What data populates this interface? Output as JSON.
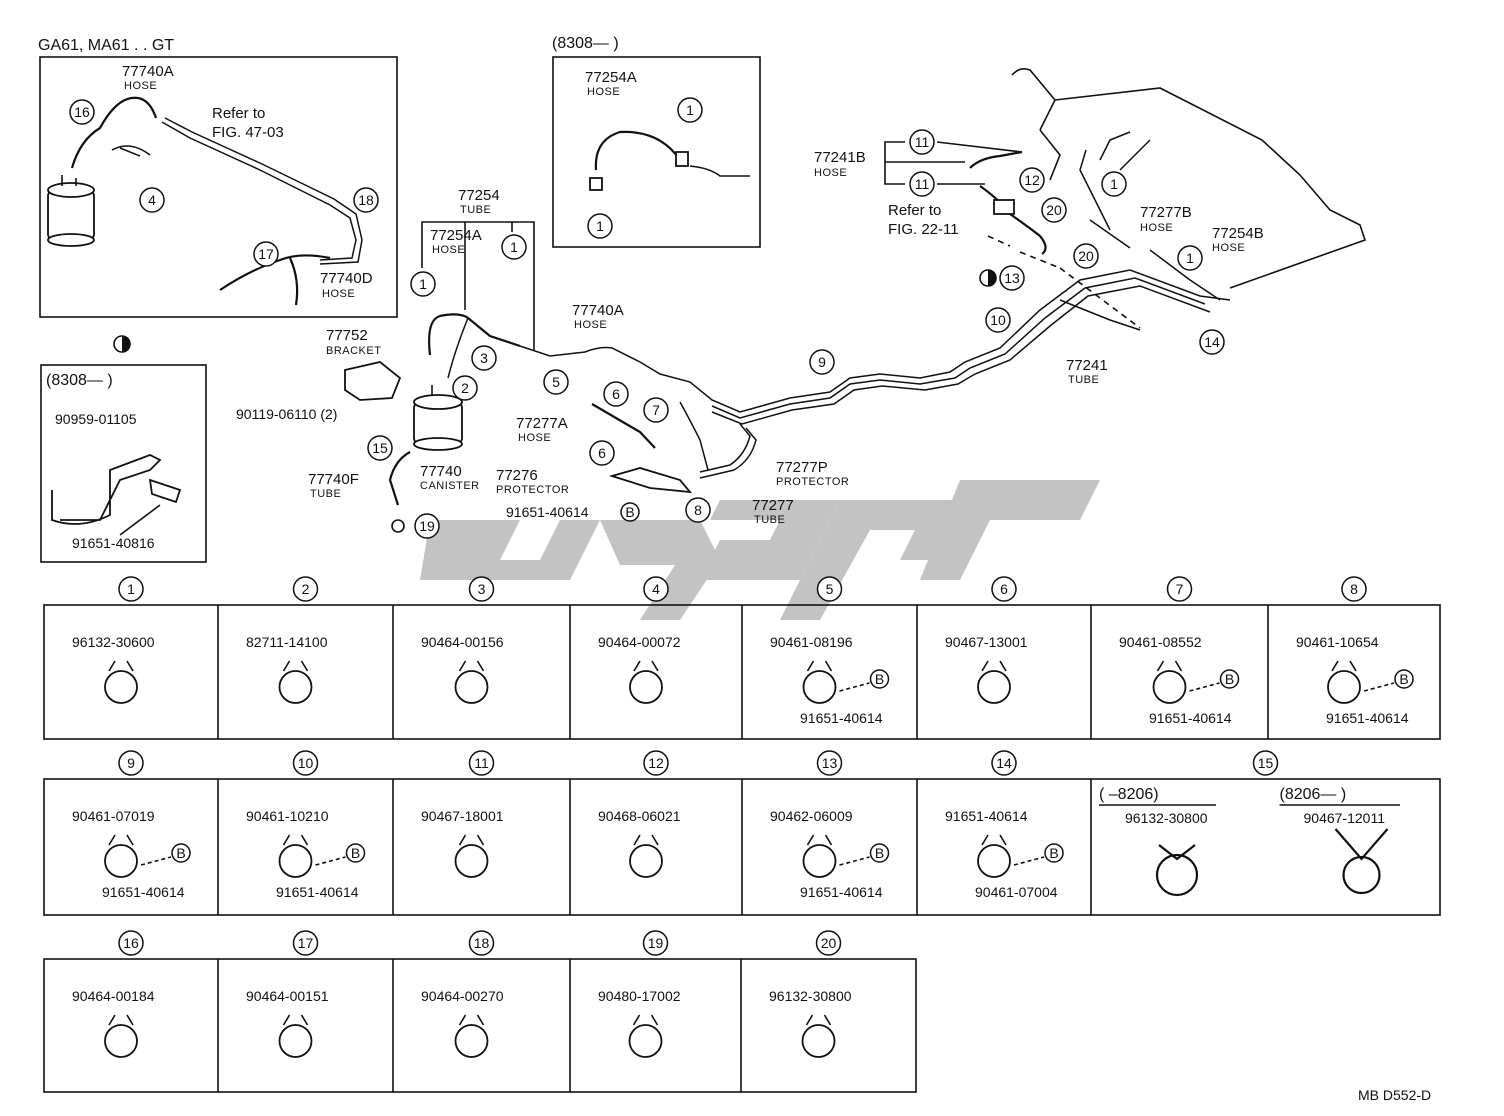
{
  "page_code": "MB  D552-D",
  "watermark_color": "#bdbdbd",
  "top_left_box": {
    "title": "GA61, MA61 . . GT",
    "hose_a_num": "77740A",
    "hose_a_name": "HOSE",
    "refer_1": "Refer to",
    "refer_2": "FIG. 47-03",
    "hose_d_num": "77740D",
    "hose_d_name": "HOSE",
    "callouts": [
      "16",
      "4",
      "18",
      "17"
    ]
  },
  "top_mid_box": {
    "title": "(8308—          )",
    "hose_num": "77254A",
    "hose_name": "HOSE",
    "callouts": [
      "1",
      "1"
    ]
  },
  "left_small_box": {
    "title": "(8308—          )",
    "part_a": "90959-01105",
    "part_b": "91651-40816"
  },
  "main": {
    "tube_77254": "77254",
    "tube_77254_name": "TUBE",
    "hose_77254a": "77254A",
    "hose_77254a_name": "HOSE",
    "hose_77740a": "77740A",
    "hose_77740a_name": "HOSE",
    "bracket_num": "77752",
    "bracket_name": "BRACKET",
    "bolt": "90119-06110 (2)",
    "tube_77740f": "77740F",
    "tube_77740f_name": "TUBE",
    "canister_num": "77740",
    "canister_name": "CANISTER",
    "hose_77277a": "77277A",
    "hose_77277a_name": "HOSE",
    "prot_77276": "77276",
    "prot_77276_name": "PROTECTOR",
    "clip_b": "91651-40614",
    "prot_77277p": "77277P",
    "prot_77277p_name": "PROTECTOR",
    "tube_77277": "77277",
    "tube_77277_name": "TUBE",
    "hose_77241b": "77241B",
    "hose_77241b_name": "HOSE",
    "refer_1": "Refer to",
    "refer_2": "FIG. 22-11",
    "hose_77277b": "77277B",
    "hose_77277b_name": "HOSE",
    "hose_77254b": "77254B",
    "hose_77254b_name": "HOSE",
    "tube_77241": "77241",
    "tube_77241_name": "TUBE",
    "callouts": [
      "1",
      "1",
      "2",
      "3",
      "5",
      "6",
      "6",
      "7",
      "8",
      "9",
      "10",
      "11",
      "11",
      "12",
      "13",
      "14",
      "15",
      "19",
      "20",
      "20",
      "1",
      "1"
    ]
  },
  "table": {
    "row1": [
      {
        "n": "1",
        "parts": [
          "96132-30600"
        ]
      },
      {
        "n": "2",
        "parts": [
          "82711-14100"
        ]
      },
      {
        "n": "3",
        "parts": [
          "90464-00156"
        ]
      },
      {
        "n": "4",
        "parts": [
          "90464-00072"
        ]
      },
      {
        "n": "5",
        "parts": [
          "90461-08196",
          "91651-40614"
        ]
      },
      {
        "n": "6",
        "parts": [
          "90467-13001"
        ]
      },
      {
        "n": "7",
        "parts": [
          "90461-08552",
          "91651-40614"
        ]
      },
      {
        "n": "8",
        "parts": [
          "90461-10654",
          "91651-40614"
        ]
      }
    ],
    "row2": [
      {
        "n": "9",
        "parts": [
          "90461-07019",
          "91651-40614"
        ]
      },
      {
        "n": "10",
        "parts": [
          "90461-10210",
          "91651-40614"
        ]
      },
      {
        "n": "11",
        "parts": [
          "90467-18001"
        ]
      },
      {
        "n": "12",
        "parts": [
          "90468-06021"
        ]
      },
      {
        "n": "13",
        "parts": [
          "90462-06009",
          "91651-40614"
        ]
      },
      {
        "n": "14",
        "parts": [
          "91651-40614",
          "90461-07004"
        ]
      },
      {
        "n": "15",
        "parts": [
          "(        –8206)",
          "96132-30800",
          "(8206—          )",
          "90467-12011"
        ]
      }
    ],
    "row3": [
      {
        "n": "16",
        "parts": [
          "90464-00184"
        ]
      },
      {
        "n": "17",
        "parts": [
          "90464-00151"
        ]
      },
      {
        "n": "18",
        "parts": [
          "90464-00270"
        ]
      },
      {
        "n": "19",
        "parts": [
          "90480-17002"
        ]
      },
      {
        "n": "20",
        "parts": [
          "96132-30800"
        ]
      }
    ],
    "b_mark": "B"
  }
}
